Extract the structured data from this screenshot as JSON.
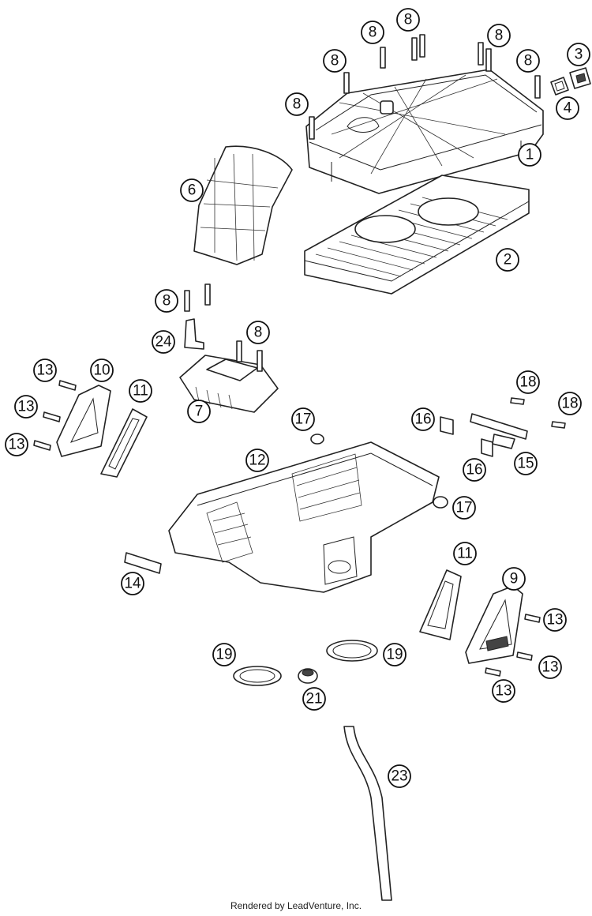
{
  "callouts": [
    {
      "id": "c1",
      "label": "1"
    },
    {
      "id": "c2",
      "label": "2"
    },
    {
      "id": "c3",
      "label": "3"
    },
    {
      "id": "c4",
      "label": "4"
    },
    {
      "id": "c6",
      "label": "6"
    },
    {
      "id": "c7",
      "label": "7"
    },
    {
      "id": "c8a",
      "label": "8"
    },
    {
      "id": "c8b",
      "label": "8"
    },
    {
      "id": "c8c",
      "label": "8"
    },
    {
      "id": "c8d",
      "label": "8"
    },
    {
      "id": "c8e",
      "label": "8"
    },
    {
      "id": "c8f",
      "label": "8"
    },
    {
      "id": "c8g",
      "label": "8"
    },
    {
      "id": "c8h",
      "label": "8"
    },
    {
      "id": "c9",
      "label": "9"
    },
    {
      "id": "c10",
      "label": "10"
    },
    {
      "id": "c11a",
      "label": "11"
    },
    {
      "id": "c11b",
      "label": "11"
    },
    {
      "id": "c12",
      "label": "12"
    },
    {
      "id": "c13a",
      "label": "13"
    },
    {
      "id": "c13b",
      "label": "13"
    },
    {
      "id": "c13c",
      "label": "13"
    },
    {
      "id": "c13d",
      "label": "13"
    },
    {
      "id": "c13e",
      "label": "13"
    },
    {
      "id": "c13f",
      "label": "13"
    },
    {
      "id": "c14",
      "label": "14"
    },
    {
      "id": "c15",
      "label": "15"
    },
    {
      "id": "c16a",
      "label": "16"
    },
    {
      "id": "c16b",
      "label": "16"
    },
    {
      "id": "c17a",
      "label": "17"
    },
    {
      "id": "c17b",
      "label": "17"
    },
    {
      "id": "c18a",
      "label": "18"
    },
    {
      "id": "c18b",
      "label": "18"
    },
    {
      "id": "c19a",
      "label": "19"
    },
    {
      "id": "c19b",
      "label": "19"
    },
    {
      "id": "c21",
      "label": "21"
    },
    {
      "id": "c23",
      "label": "23"
    },
    {
      "id": "c24",
      "label": "24"
    }
  ],
  "footer": {
    "credit": "Rendered by LeadVenture, Inc."
  }
}
